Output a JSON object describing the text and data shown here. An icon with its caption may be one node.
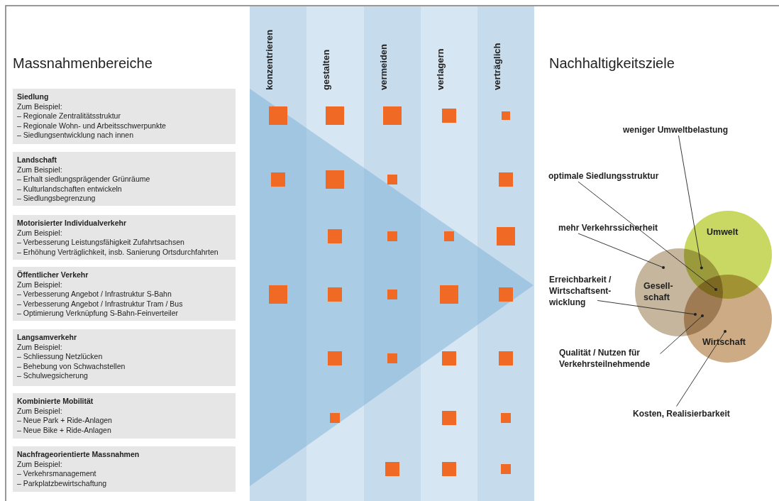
{
  "diagram": {
    "nodes": [
      {
        "text": [
          "Siedlung",
          "Zum Beispiel:",
          "– Regionale Zentralitätsstruktur",
          "– Regionale Wohn- und Arbeitsschwerpunkte",
          "– Siedlungsentwicklung nach innen"
        ]
      },
      {
        "text": [
          "Landschaft",
          "Zum Beispiel:",
          "– Erhalt siedlungsprägender Grünräume",
          "– Kulturlandschaften entwickeln",
          "– Siedlungsbegrenzung"
        ]
      },
      {
        "text": [
          "Motorisierter Individualverkehr",
          "Zum Beispiel:",
          "– Verbesserung Leistungsfähigkeit Zufahrtsachsen",
          "– Erhöhung Verträglichkeit, insb. Sanierung Ortsdurchfahrten"
        ]
      },
      {
        "text": [
          "Öffentlicher Verkehr",
          "Zum Beispiel:",
          "– Verbesserung Angebot / Infrastruktur S-Bahn",
          "– Verbesserung Angebot / Infrastruktur Tram / Bus",
          "– Optimierung Verknüpfung S-Bahn-Feinverteiler"
        ]
      },
      {
        "text": [
          "Langsamverkehr",
          "Zum Beispiel:",
          "– Schliessung Netzlücken",
          "– Behebung von Schwachstellen",
          "– Schulwegsicherung"
        ]
      },
      {
        "text": [
          "Kombinierte Mobilität",
          "Zum Beispiel:",
          "– Neue Park + Ride-Anlagen",
          "– Neue Bike + Ride-Anlagen"
        ]
      },
      {
        "text": [
          "Nachfrageorientierte Massnahmen",
          "Zum Beispiel:",
          "– Verkehrsmanagement",
          "– Parkplatzbewirtschaftung"
        ]
      },
      {
        "text": [
          "weniger Umweltbelastung"
        ]
      },
      {
        "text": [
          "optimale Siedlungsstruktur"
        ]
      },
      {
        "text": [
          "mehr Verkehrssicherheit"
        ]
      },
      {
        "text": [
          "Umwelt"
        ]
      },
      {
        "text": [
          "Erreichbarkeit / Wirtschaftsent-wicklung"
        ]
      },
      {
        "text": [
          "Gesell-schaft"
        ]
      },
      {
        "text": [
          "Wirtschaft"
        ]
      },
      {
        "text": [
          "Qualität / Nutzen für Verkehrsteilnehmende"
        ]
      },
      {
        "text": [
          "Kosten, Realisierbarkeit"
        ]
      }
    ],
    "edges": [
      {
        "from": 7,
        "to": 10,
        "arrow": "other"
      },
      {
        "from": 8,
        "to": 10,
        "arrow": "other"
      },
      {
        "from": 9,
        "to": 12,
        "arrow": "other"
      },
      {
        "from": 11,
        "to": 12,
        "arrow": "other"
      },
      {
        "from": 14,
        "to": 12,
        "arrow": "other"
      },
      {
        "from": 15,
        "to": 13,
        "arrow": "other"
      }
    ],
    "labels": [
      "Massnahmenbereiche",
      "konzentrieren",
      "gestalten",
      "vermeiden",
      "verlagern",
      "verträglich",
      "Nachhaltigkeitsziele"
    ]
  }
}
